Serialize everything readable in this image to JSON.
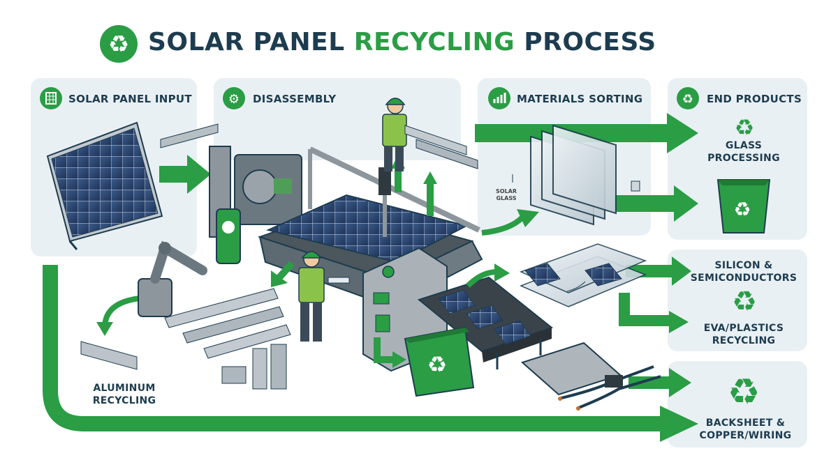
{
  "title": {
    "part1": "SOLAR PANEL",
    "part2": "RECYCLING",
    "part3": "PROCESS"
  },
  "sections": {
    "input": "SOLAR PANEL INPUT",
    "disassembly": "DISASSEMBLY",
    "sorting": "MATERIALS SORTING",
    "end": "END PRODUCTS"
  },
  "labels": {
    "solar_glass_1": "SOLAR",
    "solar_glass_2": "GLASS",
    "glass_1": "GLASS",
    "glass_2": "PROCESSING",
    "silicon_1": "SILICON &",
    "silicon_2": "SEMICONDUCTORS",
    "eva_1": "EVA/PLASTICS",
    "eva_2": "RECYCLING",
    "backsheet_1": "BACKSHEET &",
    "backsheet_2": "COPPER/WIRING",
    "aluminum_1": "ALUMINUM",
    "aluminum_2": "RECYCLING"
  },
  "colors": {
    "green": "#2a9d45",
    "navy": "#1d3c4f",
    "panel": "#e9f0f4",
    "steel": "#8d969c"
  },
  "icons": [
    "recycle-icon",
    "solar-panel-icon",
    "gear-icon",
    "chart-icon"
  ]
}
